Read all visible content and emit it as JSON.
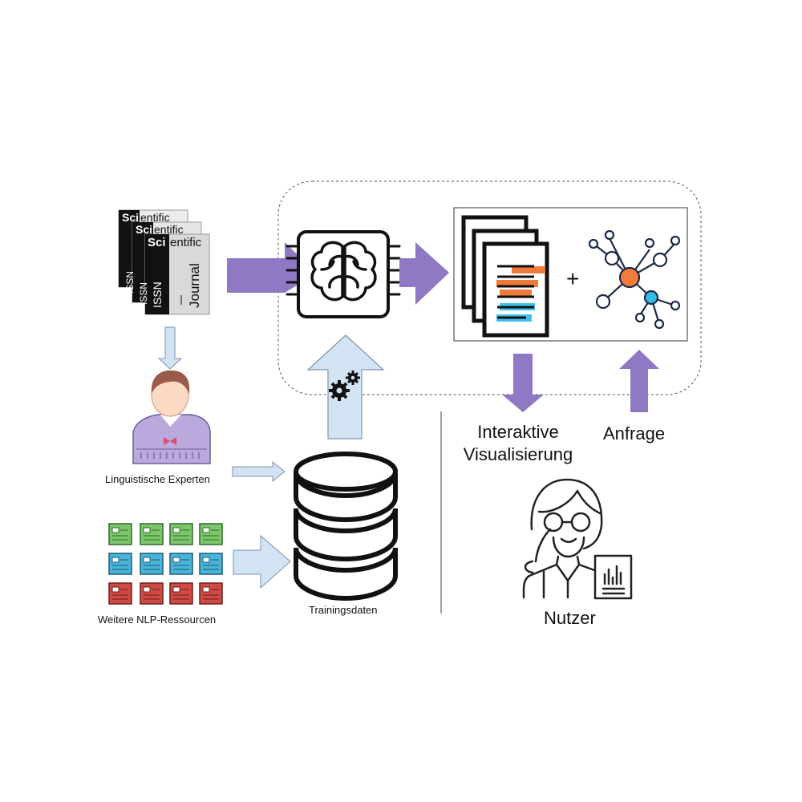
{
  "labels": {
    "linguists": "Linguistische Experten",
    "nlp_resources": "Weitere NLP-Ressourcen",
    "training_data": "Trainingsdaten",
    "interactive_line1": "Interaktive",
    "interactive_line2": "Visualisierung",
    "query": "Anfrage",
    "user": "Nutzer",
    "plus": "+"
  },
  "journal": {
    "sci": "Sci",
    "entific": "entific",
    "issn": "ISSN",
    "journal_word": "Journal"
  },
  "colors": {
    "arrow_purple": "#8f78c4",
    "arrow_light_blue": "#d2e3f3",
    "arrow_light_blue_stroke": "#7f95aa",
    "doc_green": "#7cc56a",
    "doc_blue": "#4ab3d8",
    "doc_red": "#cf4a44",
    "highlight_orange": "#f07a3a",
    "highlight_cyan": "#3ec3ef",
    "node_orange": "#f47b3b",
    "node_cyan": "#34bde8",
    "person_shirt": "#b9a9dd",
    "person_skin": "#fbd9c3",
    "person_hair": "#9a5b49",
    "tie": "#d9506e"
  },
  "icons": [
    "brain-chip-icon",
    "gears-icon",
    "database-icon",
    "documents-icon",
    "network-graph-icon",
    "linguist-expert-icon",
    "scientist-user-icon",
    "journals-icon"
  ]
}
